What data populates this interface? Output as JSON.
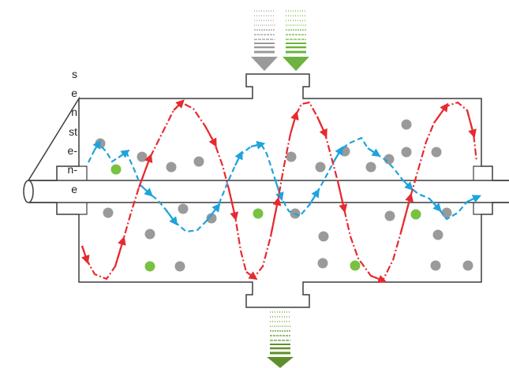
{
  "left_text_fragments": [
    "s",
    "e",
    "n",
    "st",
    "e-",
    "n-",
    "e"
  ],
  "colors": {
    "outline": "#3d3d3d",
    "gray_particle": "#9a9a9a",
    "green_particle": "#79c142",
    "red_path": "#e62a2f",
    "blue_path": "#1fa3dc",
    "inlet_gray_arrow": "#9a9a9a",
    "inlet_green_arrow": "#6cb33f",
    "outlet_arrow": "#5f8f2a"
  },
  "icons": {
    "inlet_gray": "arrow-down-icon",
    "inlet_green": "arrow-down-icon",
    "outlet": "arrow-down-icon"
  }
}
